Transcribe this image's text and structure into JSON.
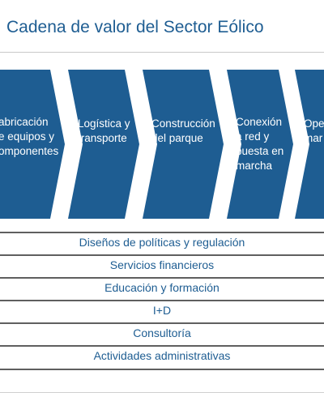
{
  "title": "Cadena de valor del Sector Eólico",
  "colors": {
    "chevron": "#1e5d92",
    "text": "#1e5d92",
    "line": "#5f5f5f"
  },
  "stages": [
    {
      "lines": [
        "abricación",
        "e equipos y",
        "omponentes"
      ]
    },
    {
      "lines": [
        "Logística y",
        "transporte"
      ]
    },
    {
      "lines": [
        "Construcción",
        "del parque"
      ]
    },
    {
      "lines": [
        "Conexión",
        "a  red y",
        "puesta en",
        "marcha"
      ]
    },
    {
      "lines": [
        "Ope",
        "mar"
      ]
    }
  ],
  "supports": [
    "Diseños de políticas y regulación",
    "Servicios financieros",
    "Educación y formación",
    "I+D",
    "Consultoría",
    "Actividades administrativas"
  ]
}
